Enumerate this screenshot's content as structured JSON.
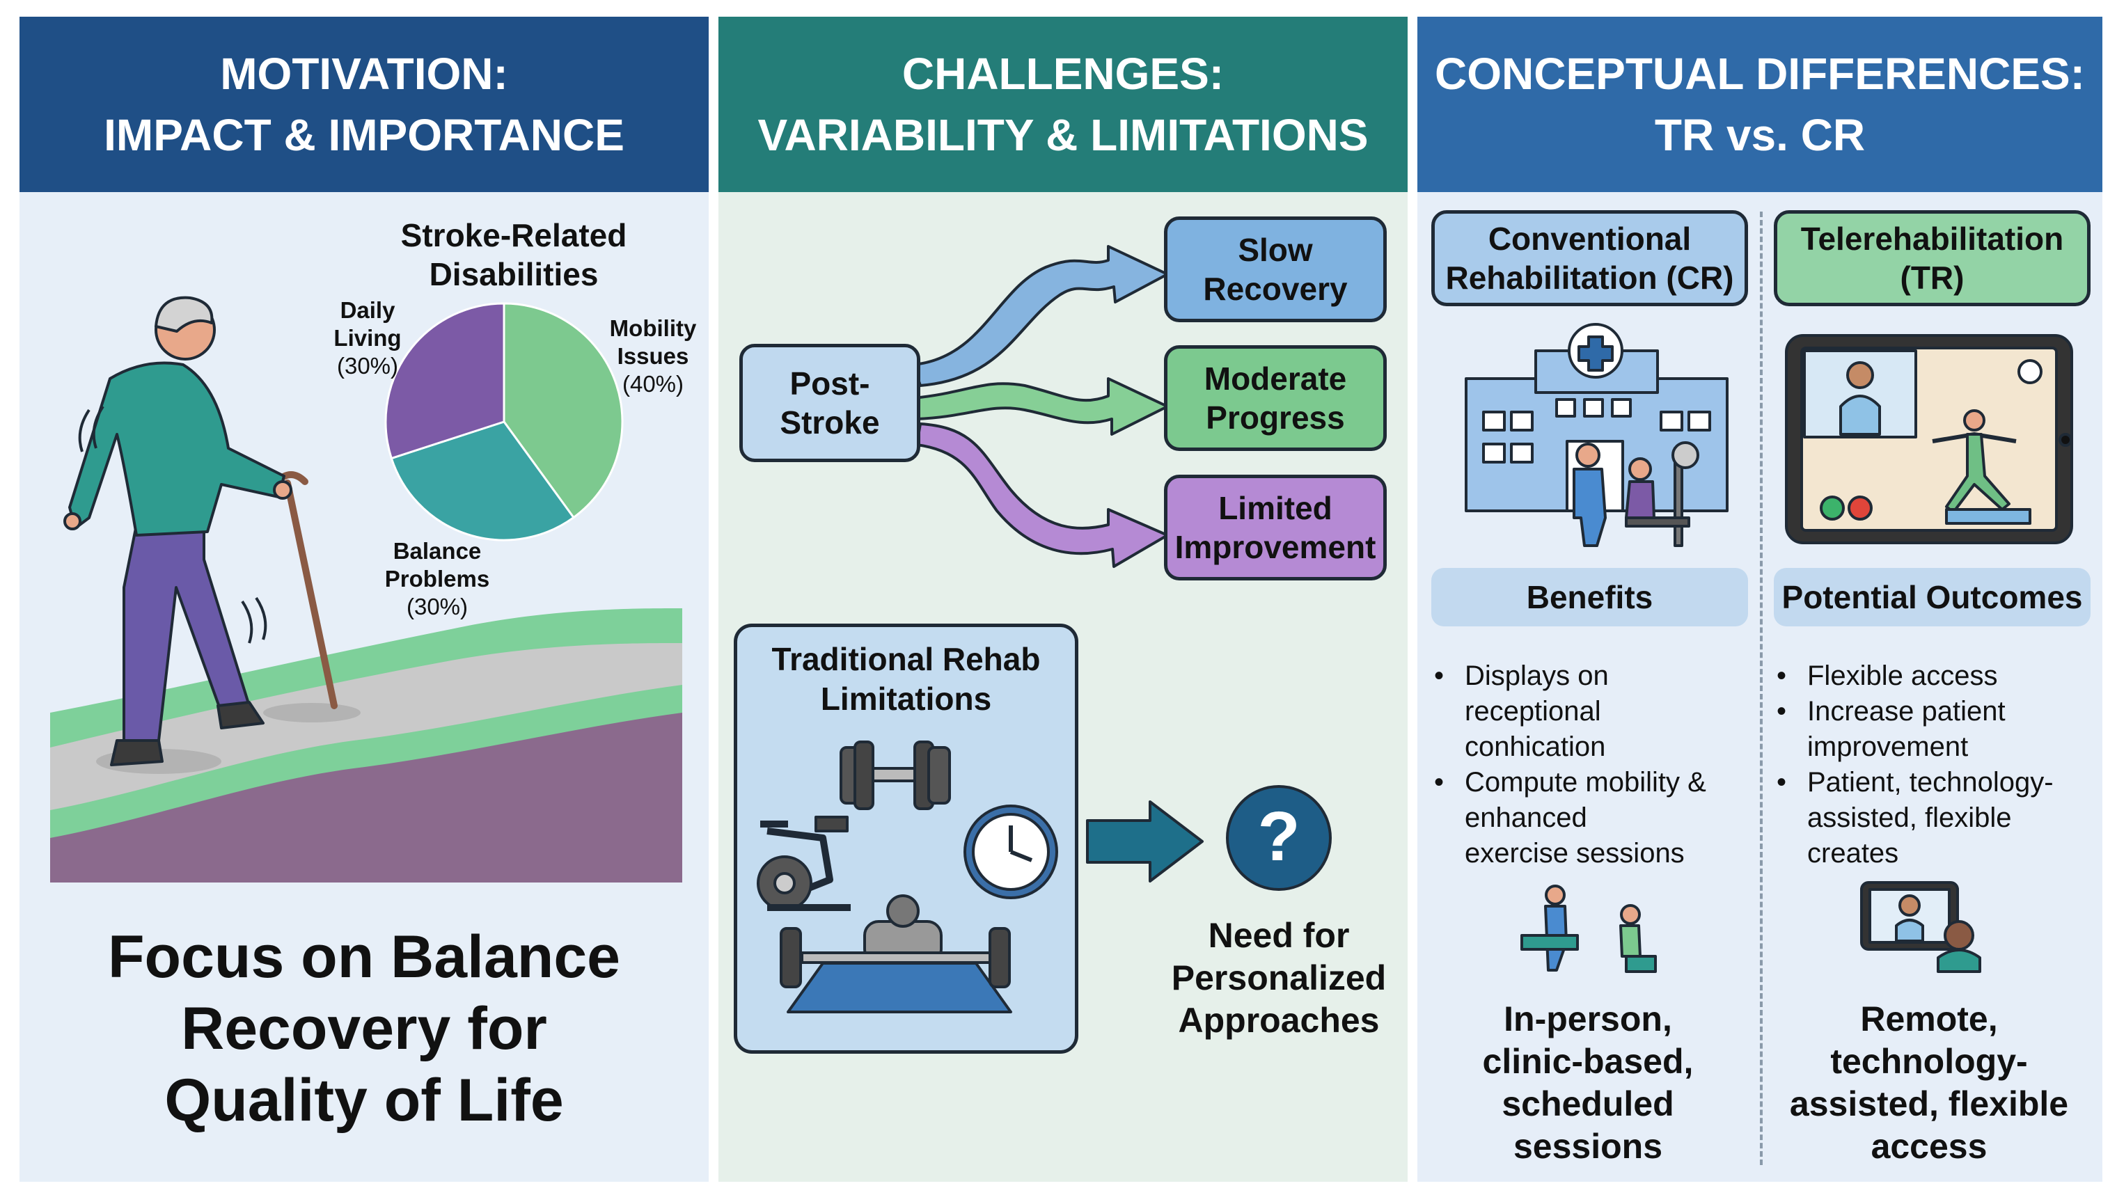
{
  "motivation": {
    "header_line1": "MOTIVATION:",
    "header_line2": "IMPACT & IMPORTANCE",
    "footer_line1": "Focus on Balance",
    "footer_line2": "Recovery for",
    "footer_line3": "Quality of Life"
  },
  "chart_data": {
    "type": "pie",
    "title": "Stroke-Related Disabilities",
    "title_line1": "Stroke-Related",
    "title_line2": "Disabilities",
    "slices": [
      {
        "name": "Mobility Issues",
        "line1": "Mobility",
        "line2": "Issues",
        "value": 40,
        "value_label": "(40%)",
        "color": "#7dc98f"
      },
      {
        "name": "Balance Problems",
        "line1": "Balance",
        "line2": "Problems",
        "value": 30,
        "value_label": "(30%)",
        "color": "#3aa3a3"
      },
      {
        "name": "Daily Living",
        "line1": "Daily",
        "line2": "Living",
        "value": 30,
        "value_label": "(30%)",
        "color": "#7c5aa6"
      }
    ]
  },
  "challenges": {
    "header_line1": "CHALLENGES:",
    "header_line2": "VARIABILITY & LIMITATIONS",
    "source_line1": "Post-",
    "source_line2": "Stroke",
    "outcomes": [
      {
        "line1": "Slow",
        "line2": "Recovery",
        "color": "#7fb2e0"
      },
      {
        "line1": "Moderate",
        "line2": "Progress",
        "color": "#7cc98f"
      },
      {
        "line1": "Limited",
        "line2": "Improvement",
        "color": "#b58ad4"
      }
    ],
    "limits_line1": "Traditional Rehab",
    "limits_line2": "Limitations",
    "need_line1": "Need for",
    "need_line2": "Personalized",
    "need_line3": "Approaches",
    "question_mark": "?"
  },
  "conceptual": {
    "header_line1": "CONCEPTUAL DIFFERENCES:",
    "header_line2": "TR vs. CR",
    "cr": {
      "title_line1": "Conventional",
      "title_line2": "Rehabilitation (CR)",
      "section": "Benefits",
      "bullets": [
        {
          "l1": "Displays on",
          "l2": "receptional",
          "l3": "conhication"
        },
        {
          "l1": "Compute mobility &",
          "l2": "enhanced",
          "l3": "exercise sessions"
        }
      ],
      "caption_line1": "In-person,",
      "caption_line2": "clinic-based,",
      "caption_line3": "scheduled",
      "caption_line4": "sessions"
    },
    "tr": {
      "title_line1": "Telerehabilitation",
      "title_line2": "(TR)",
      "section": "Potential Outcomes",
      "bullets": [
        {
          "l1": "Flexible access"
        },
        {
          "l1": "Increase patient",
          "l2": "improvement"
        },
        {
          "l1": "Patient, technology-",
          "l2": "assisted, flexible",
          "l3": "creates"
        }
      ],
      "caption_line1": "Remote,",
      "caption_line2": "technology-",
      "caption_line3": "assisted, flexible",
      "caption_line4": "access"
    }
  },
  "colors": {
    "motivation_header": "#1f4f86",
    "challenges_header": "#247d78",
    "conceptual_header": "#2f6aa8",
    "cr_box": "#a9cbeb",
    "tr_box": "#93d3a6",
    "question_circle": "#1e5d87"
  }
}
